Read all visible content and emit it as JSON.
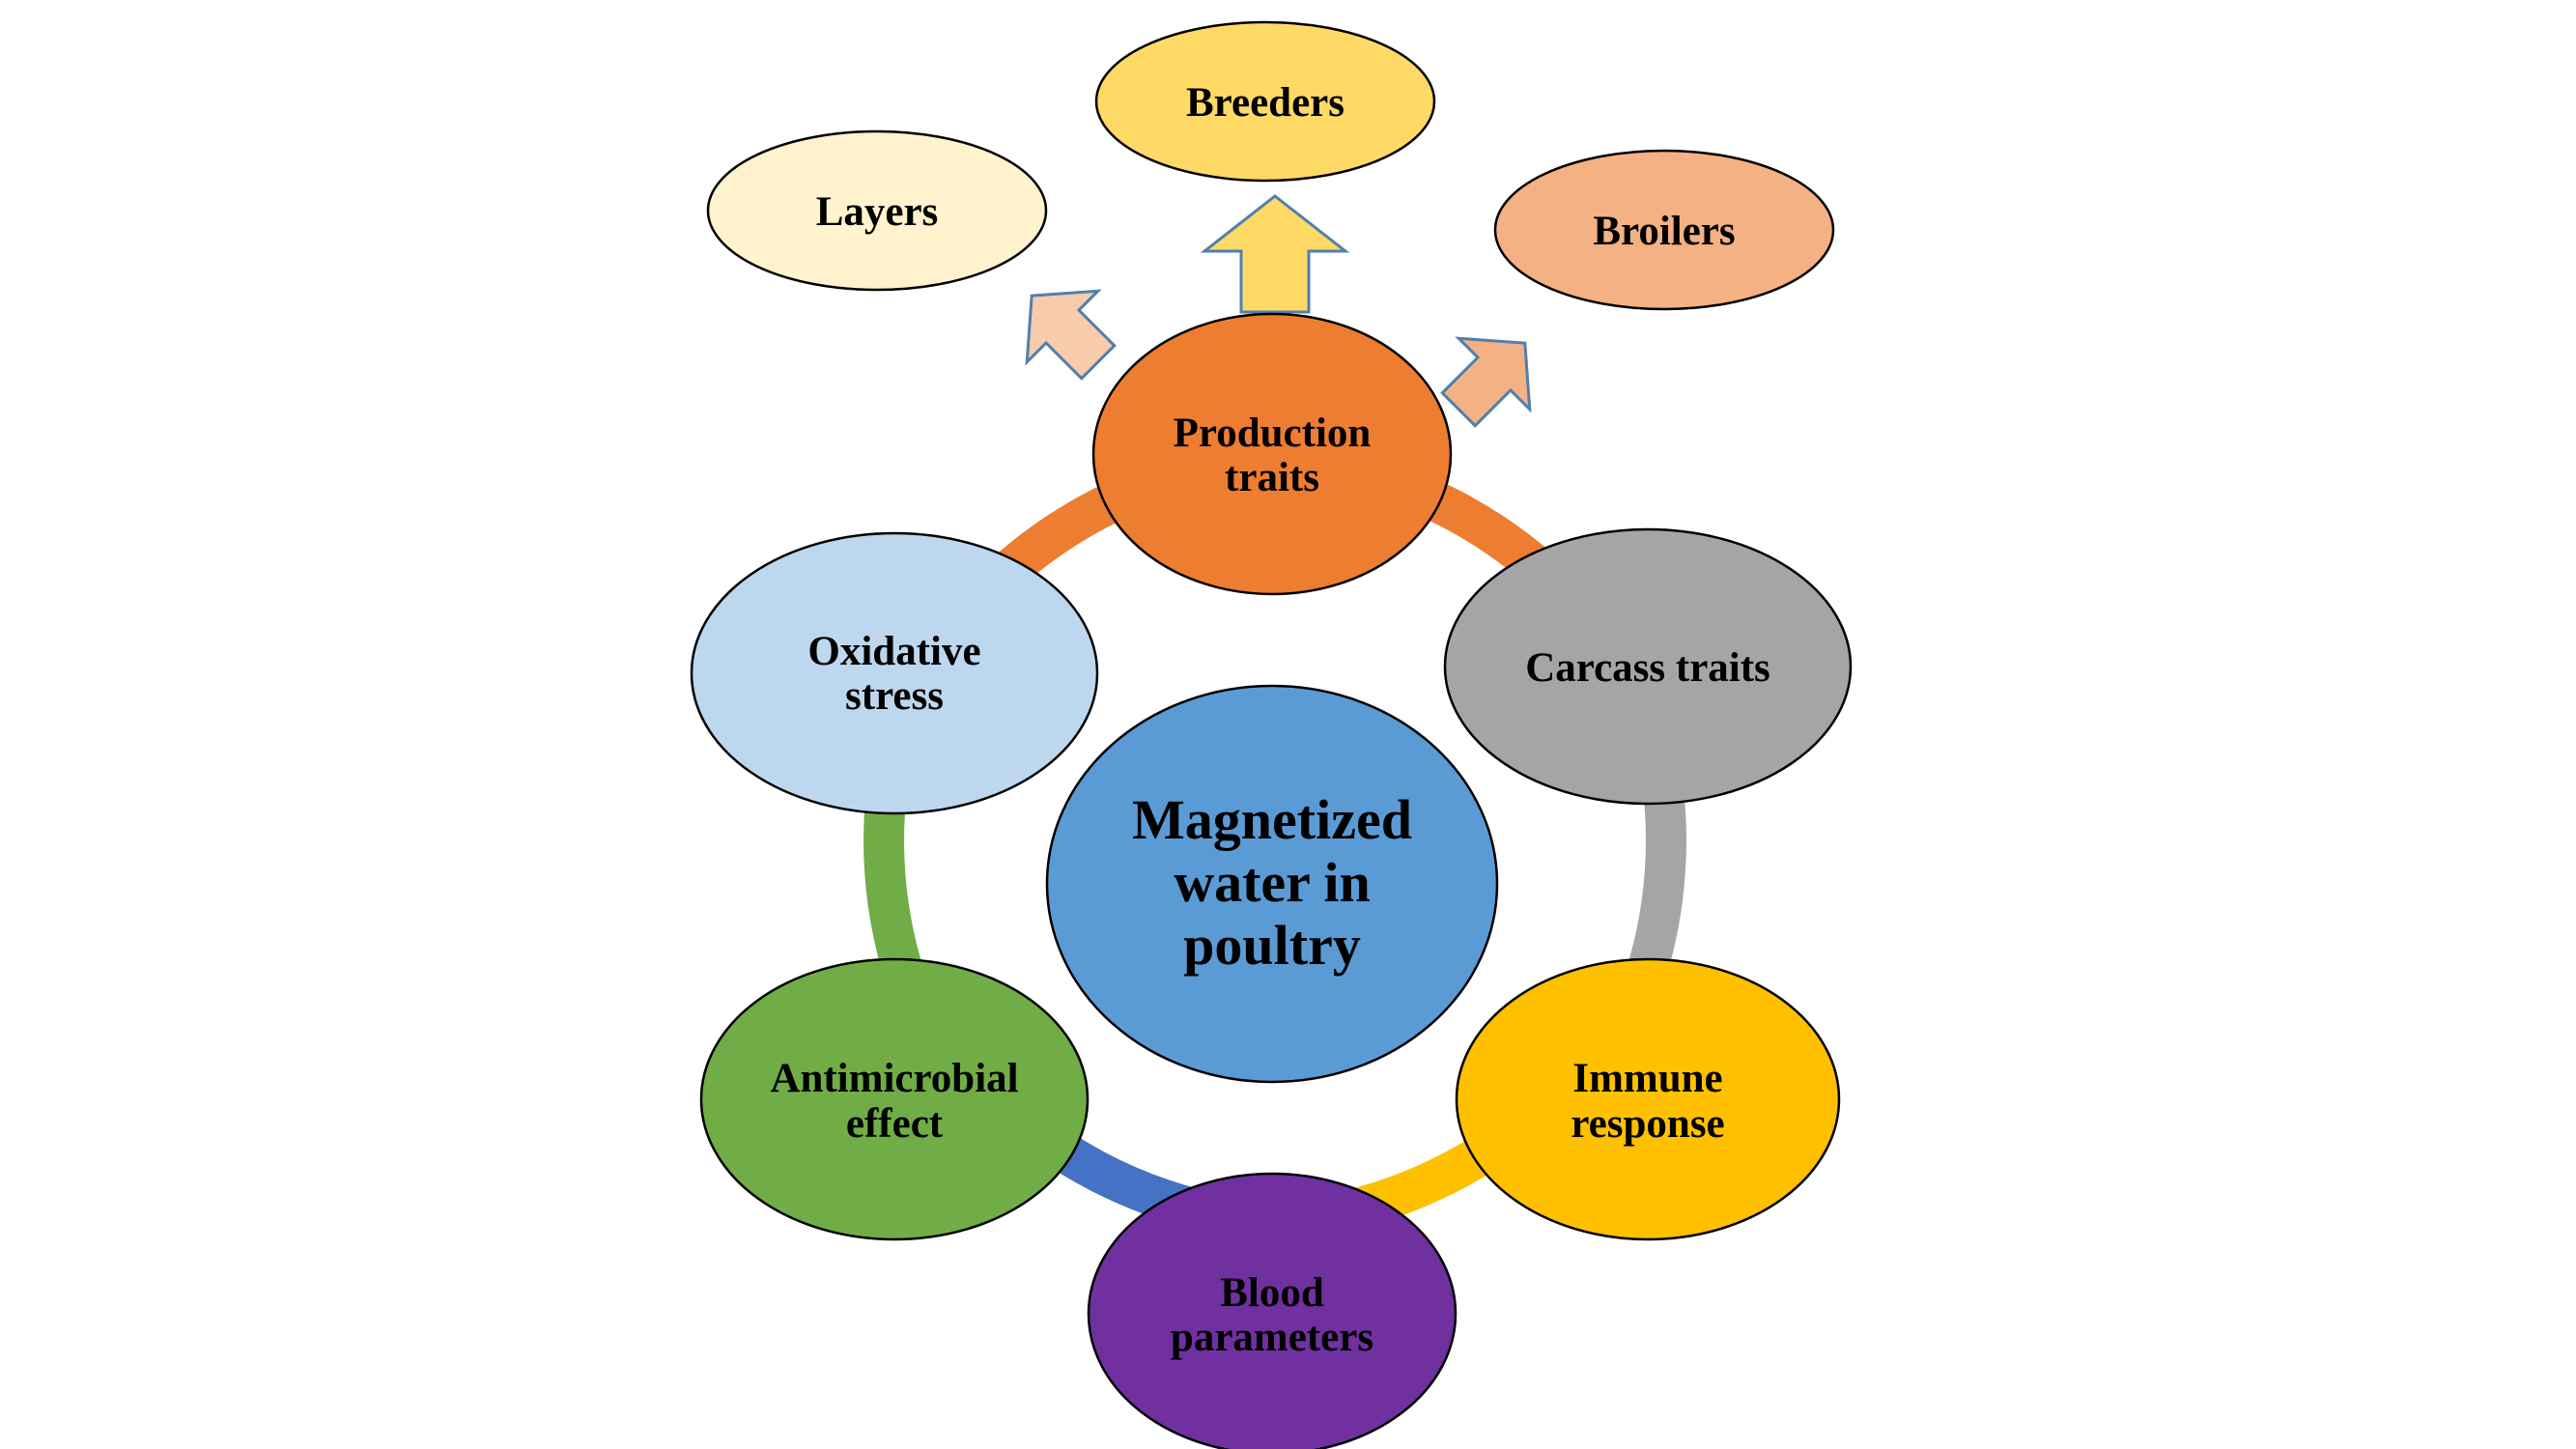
{
  "diagram": {
    "center": {
      "lines": [
        "Magnetized",
        "water in",
        "poultry"
      ],
      "color": "#5B9BD5"
    },
    "nodes": [
      {
        "id": "production-traits",
        "lines": [
          "Production",
          "traits"
        ],
        "color": "#ED7D31"
      },
      {
        "id": "carcass-traits",
        "lines": [
          "Carcass traits"
        ],
        "color": "#A5A5A5"
      },
      {
        "id": "immune-response",
        "lines": [
          "Immune",
          "response"
        ],
        "color": "#FFC000"
      },
      {
        "id": "blood-parameters",
        "lines": [
          "Blood",
          "parameters"
        ],
        "color": "#7030A0"
      },
      {
        "id": "antimicrobial-effect",
        "lines": [
          "Antimicrobial",
          "effect"
        ],
        "color": "#70AD47"
      },
      {
        "id": "oxidative-stress",
        "lines": [
          "Oxidative",
          "stress"
        ],
        "color": "#BDD7EE"
      }
    ],
    "ring_segments": [
      {
        "from": "production-traits",
        "to": "carcass-traits",
        "color": "#ED7D31"
      },
      {
        "from": "carcass-traits",
        "to": "immune-response",
        "color": "#A5A5A5"
      },
      {
        "from": "immune-response",
        "to": "blood-parameters",
        "color": "#FFC000"
      },
      {
        "from": "blood-parameters",
        "to": "antimicrobial-effect",
        "color": "#4472C4"
      },
      {
        "from": "antimicrobial-effect",
        "to": "oxidative-stress",
        "color": "#70AD47"
      },
      {
        "from": "oxidative-stress",
        "to": "production-traits",
        "color": "#ED7D31"
      }
    ],
    "outputs": [
      {
        "id": "layers",
        "label": "Layers",
        "color": "#FFF2CC",
        "arrow_color": "#F8CBAD"
      },
      {
        "id": "breeders",
        "label": "Breeders",
        "color": "#FFD966",
        "arrow_color": "#FFD966"
      },
      {
        "id": "broilers",
        "label": "Broilers",
        "color": "#F4B183",
        "arrow_color": "#F4B183"
      }
    ]
  }
}
